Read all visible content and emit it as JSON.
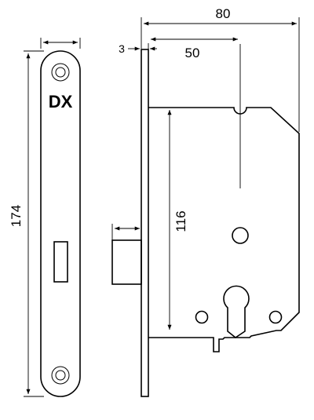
{
  "faceplate": {
    "brand": "DX",
    "height_label": "174"
  },
  "lock_body": {
    "total_depth_label": "80",
    "backset_label": "50",
    "plate_thickness_label": "3",
    "center_distance_label": "116"
  }
}
